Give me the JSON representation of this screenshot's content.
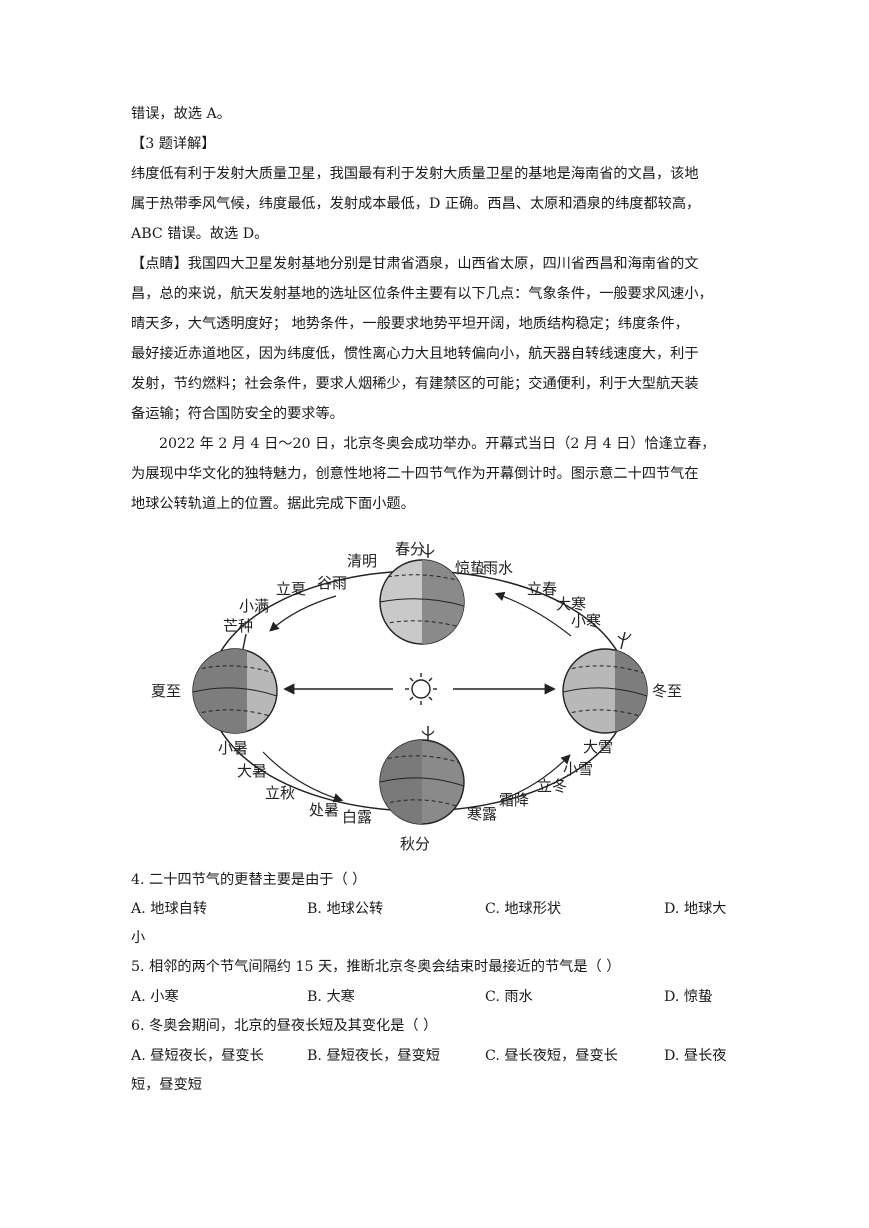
{
  "intro_lines": [
    "错误，故选 A。",
    "【3 题详解】",
    "纬度低有利于发射大质量卫星，我国最有利于发射大质量卫星的基地是海南省的文昌，该地",
    "属于热带季风气候，纬度最低，发射成本最低，D 正确。西昌、太原和酒泉的纬度都较高，",
    "ABC 错误。故选 D。",
    "【点睛】我国四大卫星发射基地分别是甘肃省酒泉，山西省太原，四川省西昌和海南省的文",
    "昌，总的来说，航天发射基地的选址区位条件主要有以下几点：气象条件，一般要求风速小，",
    "晴天多，大气透明度好；  地势条件，一般要求地势平坦开阔，地质结构稳定；纬度条件，",
    "最好接近赤道地区，因为纬度低，惯性离心力大且地转偏向小，航天器自转线速度大，利于",
    "发射，节约燃料；社会条件，要求人烟稀少，有建禁区的可能；交通便利，利于大型航天装",
    "备运输；符合国防安全的要求等。"
  ],
  "passage_lines": [
    "2022 年 2 月 4 日～20 日，北京冬奥会成功举办。开幕式当日（2 月 4 日）恰逢立春，",
    "为展现中华文化的独特魅力，创意性地将二十四节气作为开幕倒计时。图示意二十四节气在",
    "地球公转轨道上的位置。据此完成下面小题。"
  ],
  "diagram": {
    "solar_terms": {
      "chunfen": "春分",
      "qingming": "清明",
      "guyu": "谷雨",
      "lixia": "立夏",
      "xiaoman": "小满",
      "mangzhong": "芒种",
      "xiazhi": "夏至",
      "xiaoshu": "小暑",
      "dashu": "大暑",
      "liqiu": "立秋",
      "chushu": "处暑",
      "bailu": "白露",
      "qiufen": "秋分",
      "hanlu": "寒露",
      "shuangjiang": "霜降",
      "lidong": "立冬",
      "xiaoxue": "小雪",
      "daxue": "大雪",
      "dongzhi": "冬至",
      "xiaohan": "小寒",
      "dahan": "大寒",
      "lichun": "立春",
      "yushui": "雨水",
      "jingzhe": "惊蛰"
    },
    "sun_symbol": "☼"
  },
  "questions": [
    {
      "stem": "4.  二十四节气的更替主要是由于（     ）",
      "options": [
        "A.  地球自转",
        "B.  地球公转",
        "C.  地球形状",
        "D.  地球大"
      ],
      "wrap": "小"
    },
    {
      "stem": "5.  相邻的两个节气间隔约 15 天，推断北京冬奥会结束时最接近的节气是（     ）",
      "options": [
        "A.  小寒",
        "B.  大寒",
        "C.  雨水",
        "D.  惊蛰"
      ],
      "wrap": ""
    },
    {
      "stem": "6.  冬奥会期间，北京的昼夜长短及其变化是（     ）",
      "options": [
        "A.  昼短夜长，昼变长",
        "B.  昼短夜长，昼变短",
        "C.  昼长夜短，昼变长",
        "D.  昼长夜"
      ],
      "wrap": "短，昼变短"
    }
  ]
}
